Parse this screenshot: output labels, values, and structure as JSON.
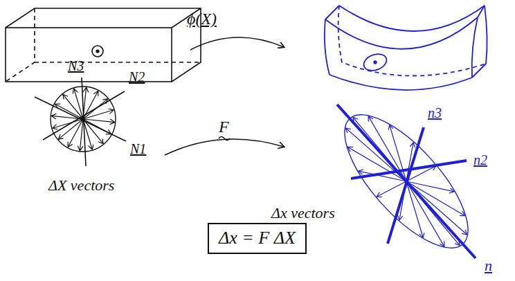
{
  "diagram": {
    "nodes": [
      {
        "text": [
          "Δx = F ΔX"
        ]
      }
    ],
    "labels": [
      "ϕ(X)",
      "N3",
      "N2",
      "N1",
      "F",
      "ΔX vectors",
      "Δx vectors",
      "n3",
      "n2",
      "n"
    ]
  }
}
